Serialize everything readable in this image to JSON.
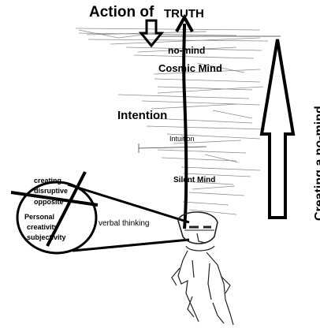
{
  "labels": {
    "action_of": "Action of",
    "truth": "TRUTH",
    "no_mind": "no-mind",
    "cosmic_mind": "Cosmic Mind",
    "intention": "Intention",
    "intuition": "Intuition",
    "silent_mind": "Silent Mind",
    "verbal_thinking": "verbal thinking",
    "creating": "creating",
    "disruptive": "disruptive",
    "opposite": "opposite",
    "personal": "Personal",
    "creativity": "creativity",
    "subjectivity": "subjectivity",
    "creating_a_no_mind": "Creating a no-mind"
  }
}
